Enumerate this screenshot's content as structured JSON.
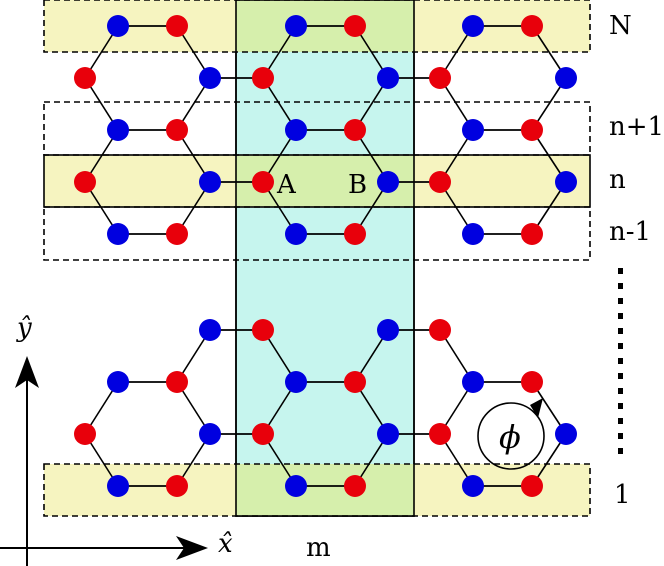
{
  "labels": {
    "row_top": "N",
    "row_n_plus_1": "n+1",
    "row_n": "n",
    "row_n_minus_1": "n-1",
    "row_bottom": "1",
    "column": "m",
    "site_a": "A",
    "site_b": "B",
    "x_axis": "x̂",
    "y_axis": "ŷ",
    "flux": "ϕ"
  },
  "colors": {
    "site_a": "#e8000b",
    "site_b": "#0000e0",
    "column_highlight": "#c6f5ee",
    "row_highlight": "#f6f4c0",
    "overlap_highlight": "#d6efac",
    "bond": "#000000"
  },
  "icons": {
    "flux": "circular-arrow-icon",
    "axes": "arrow-icon"
  }
}
